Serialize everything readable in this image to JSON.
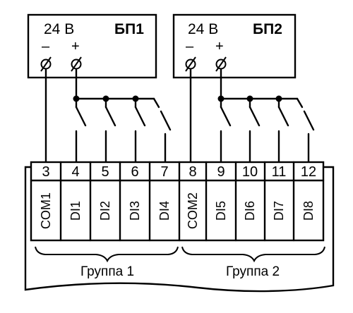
{
  "power_supplies": [
    {
      "voltage": "24 В",
      "name": "БП1",
      "minus": "–",
      "plus": "+"
    },
    {
      "voltage": "24 В",
      "name": "БП2",
      "minus": "–",
      "plus": "+"
    }
  ],
  "terminals": [
    {
      "number": "3",
      "label": "COM1"
    },
    {
      "number": "4",
      "label": "DI1"
    },
    {
      "number": "5",
      "label": "DI2"
    },
    {
      "number": "6",
      "label": "DI3"
    },
    {
      "number": "7",
      "label": "DI4"
    },
    {
      "number": "8",
      "label": "COM2"
    },
    {
      "number": "9",
      "label": "DI5"
    },
    {
      "number": "10",
      "label": "DI6"
    },
    {
      "number": "11",
      "label": "DI7"
    },
    {
      "number": "12",
      "label": "DI8"
    }
  ],
  "groups": [
    {
      "label": "Группа 1"
    },
    {
      "label": "Группа 2"
    }
  ]
}
